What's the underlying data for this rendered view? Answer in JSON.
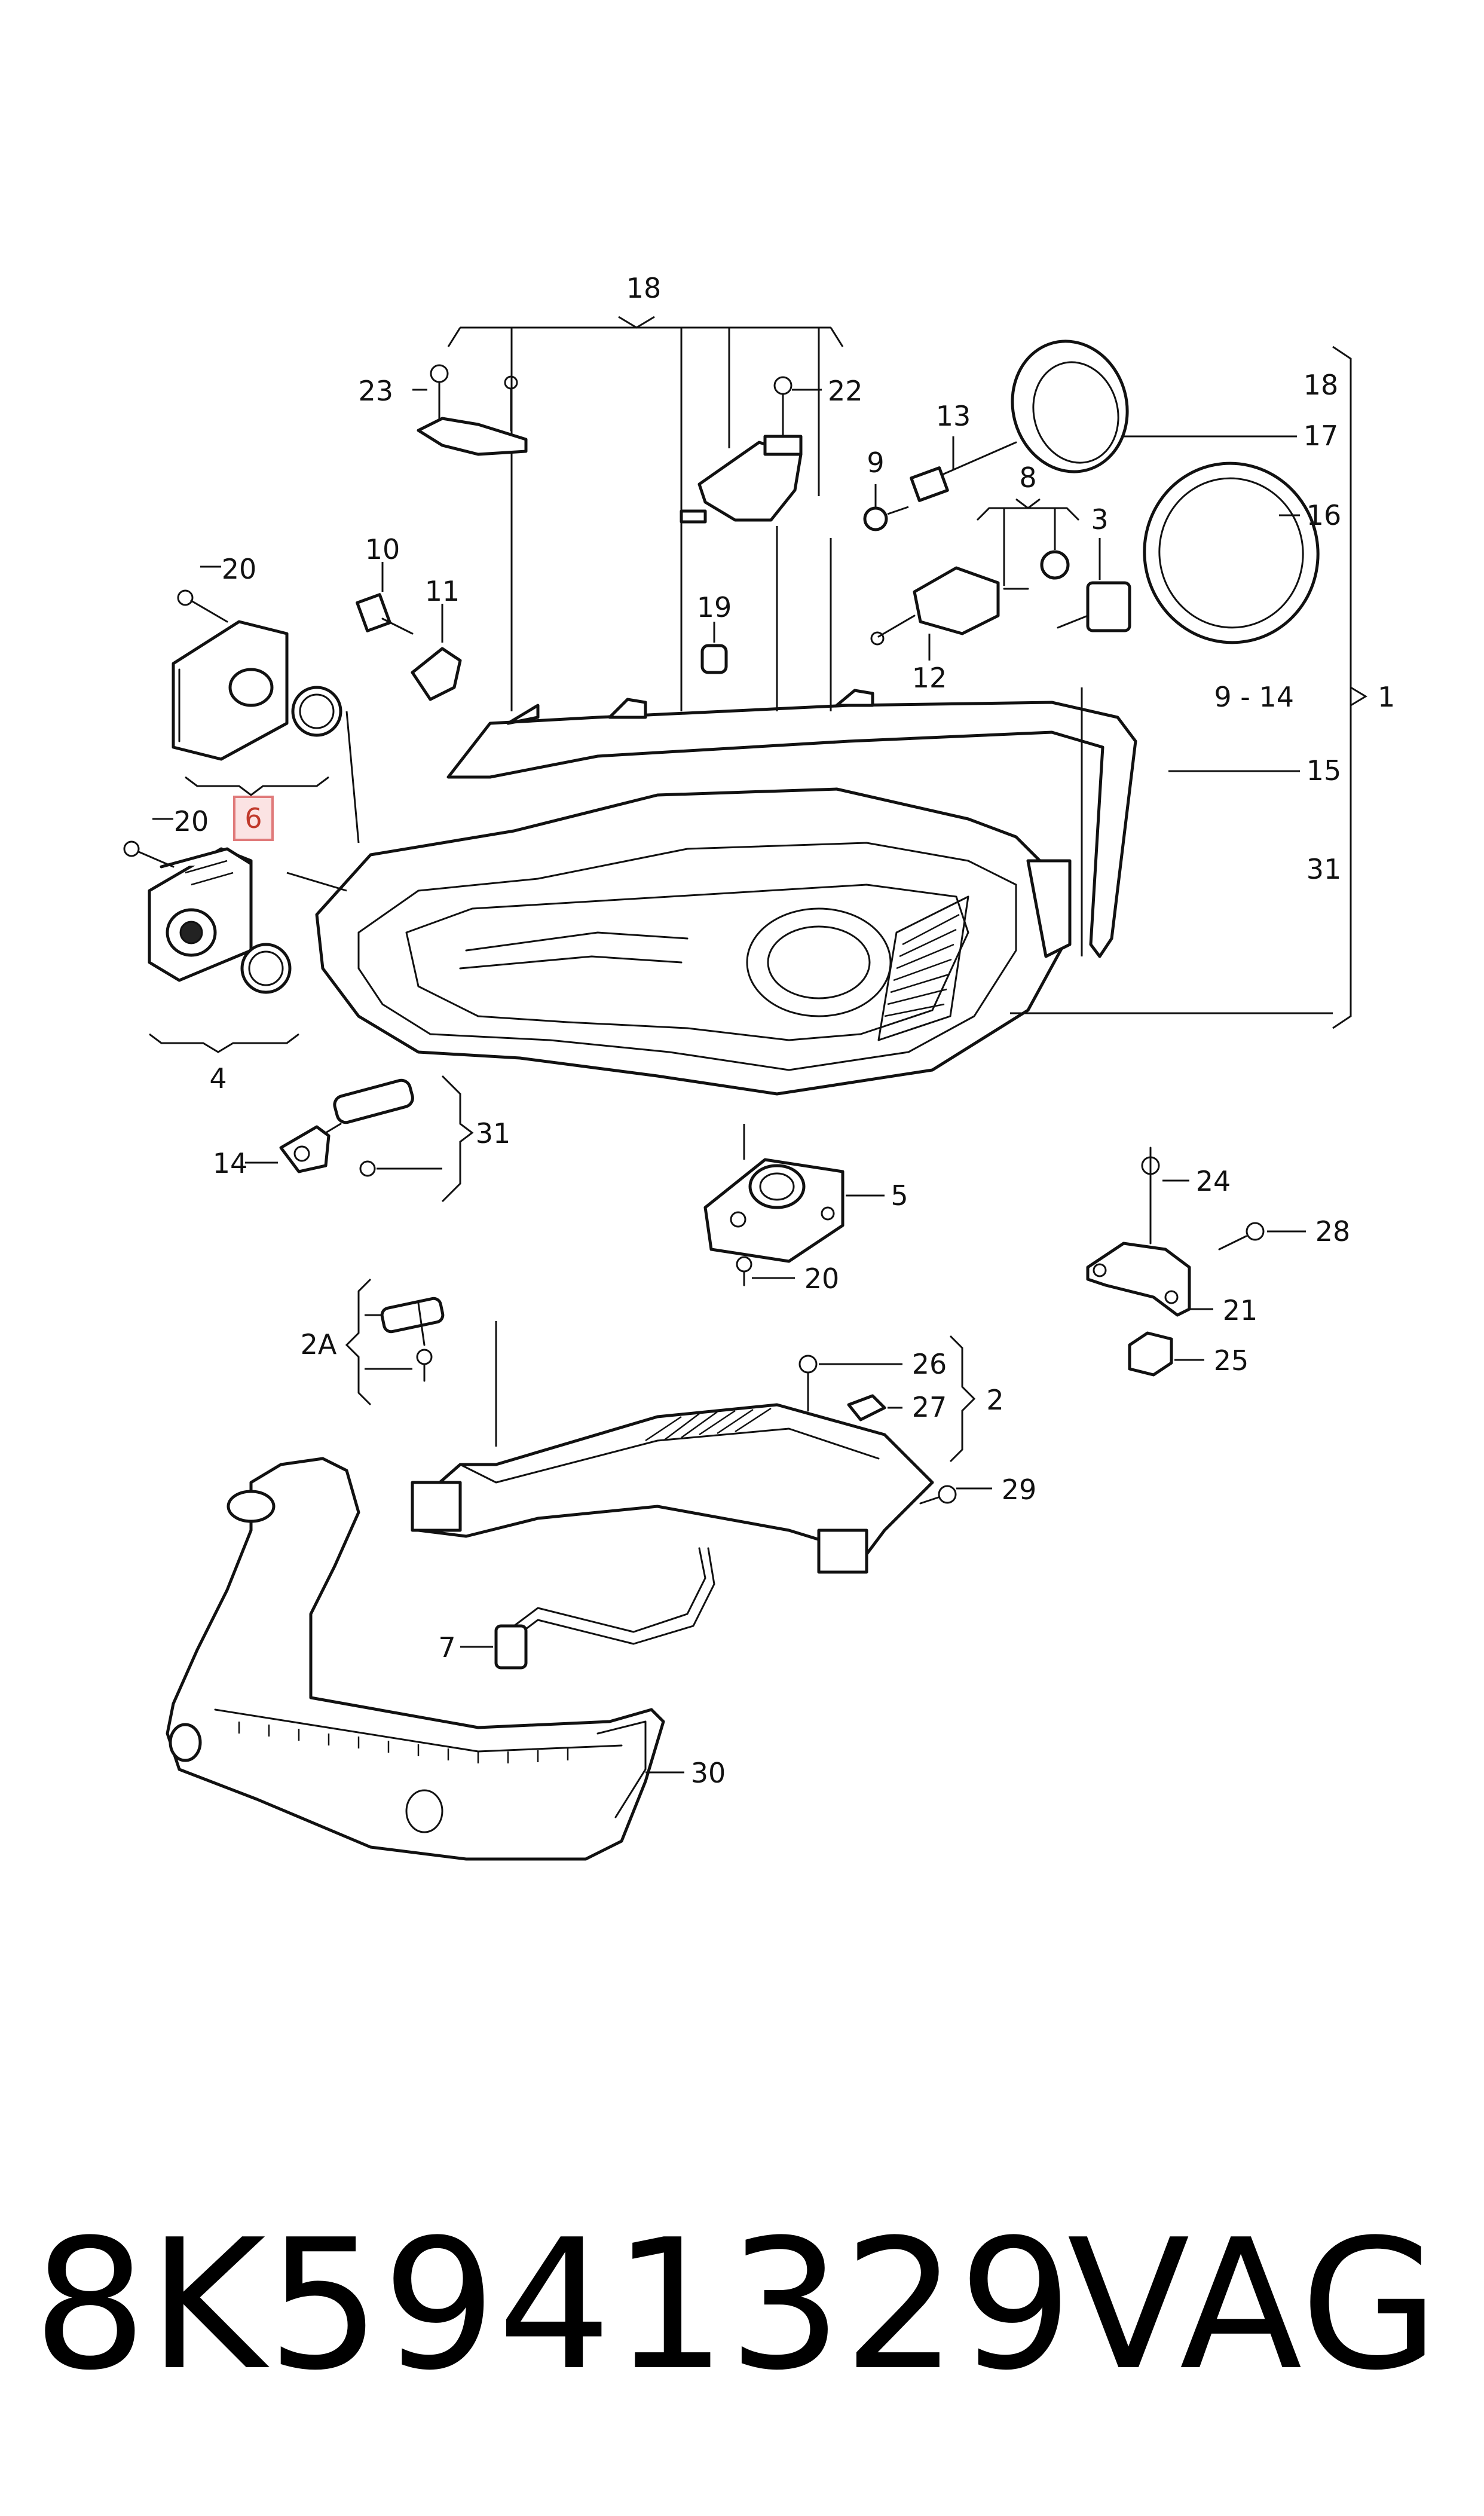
{
  "callouts": {
    "c1": "1",
    "c2": "2",
    "c2a": "2A",
    "c3": "3",
    "c4": "4",
    "c5": "5",
    "c6": "6",
    "c7": "7",
    "c8": "8",
    "c9": "9",
    "c9_14": "9 - 14",
    "c10": "10",
    "c11": "11",
    "c12": "12",
    "c13": "13",
    "c14": "14",
    "c15": "15",
    "c16": "16",
    "c17": "17",
    "c18_top": "18",
    "c18_right": "18",
    "c19": "19",
    "c20_a": "20",
    "c20_b": "20",
    "c20_c": "20",
    "c21": "21",
    "c22": "22",
    "c23": "23",
    "c24": "24",
    "c25": "25",
    "c26": "26",
    "c27": "27",
    "c28": "28",
    "c29": "29",
    "c30": "30",
    "c31_right": "31",
    "c31_left": "31"
  },
  "highlight_color": "#e07a7a",
  "footer": {
    "part_number": "8K5941329",
    "brand": "VAG"
  }
}
